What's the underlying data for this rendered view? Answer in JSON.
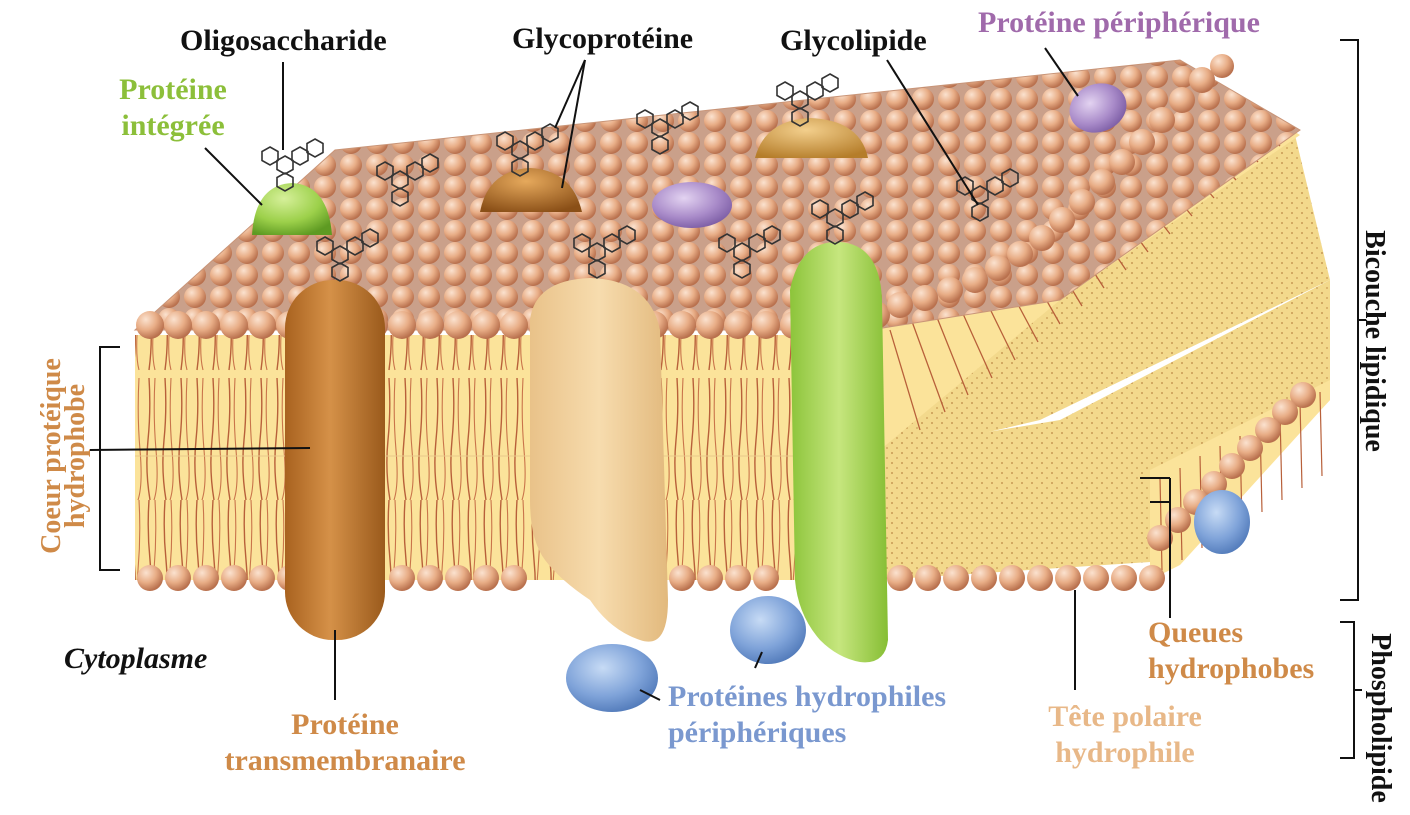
{
  "labels": {
    "oligosaccharide": "Oligosaccharide",
    "glycoproteine": "Glycoprotéine",
    "glycolipide": "Glycolipide",
    "proteine_peripherique": "Protéine périphérique",
    "proteine_integree_1": "Protéine",
    "proteine_integree_2": "intégrée",
    "coeur_1": "Coeur protéique",
    "coeur_2": "hydrophobe",
    "cytoplasme": "Cytoplasme",
    "proteine_trans_1": "Protéine",
    "proteine_trans_2": "transmembranaire",
    "hydrophiles_1": "Protéines hydrophiles",
    "hydrophiles_2": "périphériques",
    "tete_1": "Tête polaire",
    "tete_2": "hydrophile",
    "queues_1": "Queues",
    "queues_2": "hydrophobes",
    "bicouche": "Bicouche lipidique",
    "phospholipide": "Phospholipide"
  },
  "colors": {
    "black": "#111111",
    "green_label": "#8cbf3a",
    "brown_label": "#cf8a48",
    "purple_label": "#a06aab",
    "blue_label": "#7a98cf",
    "tan_label": "#e8b888",
    "head": "#e8ad86",
    "tail_fill": "#fbe39a",
    "tail_line": "#b8603a",
    "green_protein": "#9cd04a",
    "brown_protein": "#c97f33",
    "tan_protein": "#f2d3a0",
    "blue_protein": "#7fa3d9",
    "purple_protein": "#a98bc9"
  }
}
